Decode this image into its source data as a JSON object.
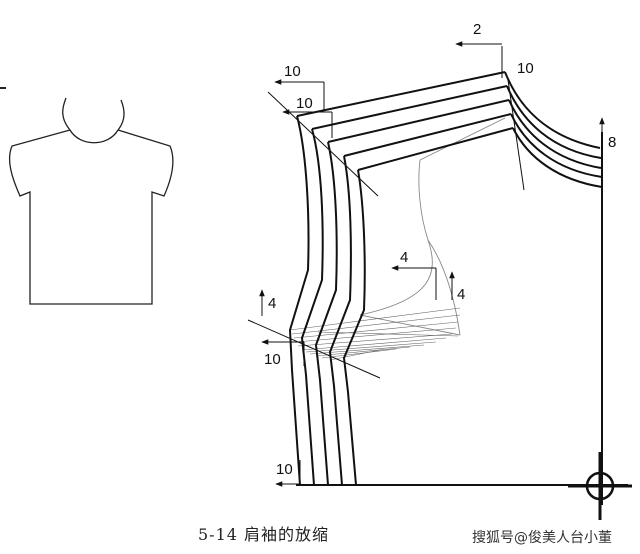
{
  "caption": "5-14 肩袖的放缩",
  "watermark": "搜狐号@俊美人台小董",
  "dimensions": {
    "shoulder_neck_offset": "2",
    "neck_top": "10",
    "shoulder_tip_outer": "10",
    "shoulder_tip_inner": "10",
    "center_front_top": "8",
    "armhole_horizontal": "4",
    "armhole_vertical": "4",
    "side_upper_vertical": "4",
    "side_lower_horizontal": "10",
    "hem_side": "10"
  },
  "icons": {
    "garment": "tshirt-sketch-icon",
    "registration": "crosshair-icon"
  }
}
